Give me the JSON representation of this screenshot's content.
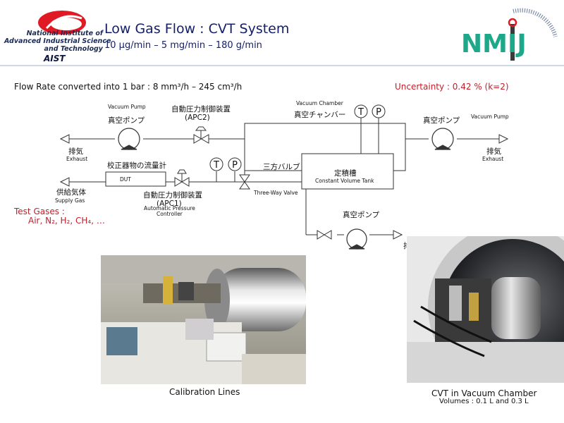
{
  "header": {
    "aist_lines": [
      "National Institute of",
      "Advanced Industrial Science",
      "and Technology"
    ],
    "aist_brand": "AIST",
    "title": "Low Gas Flow : CVT System",
    "subtitle": "10 μg/min – 5 mg/min – 180 g/min",
    "nmij_logo": "NMIJ"
  },
  "info": {
    "flow_rate": "Flow Rate converted into 1 bar : 8 mm³/h – 245 cm³/h",
    "uncertainty": "Uncertainty : 0.42 % (k=2)"
  },
  "diagram": {
    "vacuum_pump_en_left": "Vacuum Pump",
    "vacuum_pump_jp_left": "真空ポンプ",
    "apc2_jp": "自動圧力制御装置",
    "apc2_code": "(APC2)",
    "vacuum_chamber_en": "Vacuum Chamber",
    "vacuum_chamber_jp": "真空チャンバー",
    "vacuum_pump_jp_right": "真空ポンプ",
    "vacuum_pump_en_right": "Vacuum Pump",
    "exhaust_jp_left": "排気",
    "exhaust_en_left": "Exhaust",
    "exhaust_jp_right": "排気",
    "exhaust_en_right": "Exhaust",
    "dut_jp": "校正器物の流量計",
    "dut_en": "DUT",
    "three_way_jp": "三方バルブ",
    "three_way_en": "Three-Way Valve",
    "tank_jp": "定積槽",
    "tank_en": "Constant Volume Tank",
    "supply_jp": "供給気体",
    "supply_en": "Supply Gas",
    "apc1_jp": "自動圧力制御装置",
    "apc1_code": "(APC1)",
    "apc1_en_1": "Automatic Pressure",
    "apc1_en_2": "Controller",
    "vacuum_pump_jp_bottom": "真空ポンプ",
    "exhaust_jp_bottom": "排気",
    "sensor_t": "T",
    "sensor_p": "P"
  },
  "test_gases": {
    "line1": "Test Gases :",
    "line2": "Air, N₂, H₂, CH₄, …"
  },
  "captions": {
    "left": "Calibration Lines",
    "right": "CVT in Vacuum Chamber",
    "right_sub": "Volumes : 0.1 L and 0.3 L"
  },
  "colors": {
    "title": "#15206a",
    "red": "#c0202a",
    "nmij_green": "#1ea88a",
    "nmij_blue": "#2a5db0"
  }
}
